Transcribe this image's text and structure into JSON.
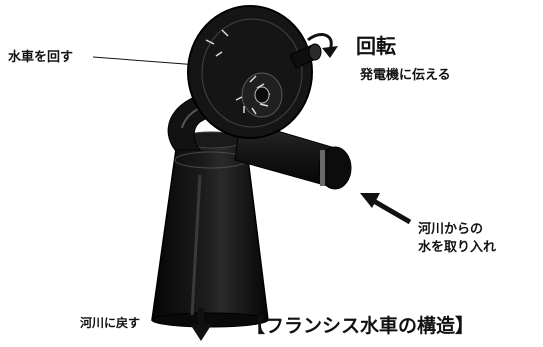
{
  "labels": {
    "rotate_wheel": "水車を回す",
    "rotation": "回転",
    "to_generator": "発電機に伝える",
    "intake_line1": "河川からの",
    "intake_line2": "水を取り入れ",
    "return_to_river": "河川に戻す",
    "caption": "【フランシス水車の構造】"
  },
  "colors": {
    "ink": "#111111",
    "background": "#ffffff"
  },
  "icons": [
    "curved-rotation-arrow",
    "intake-arrow",
    "down-arrow"
  ]
}
